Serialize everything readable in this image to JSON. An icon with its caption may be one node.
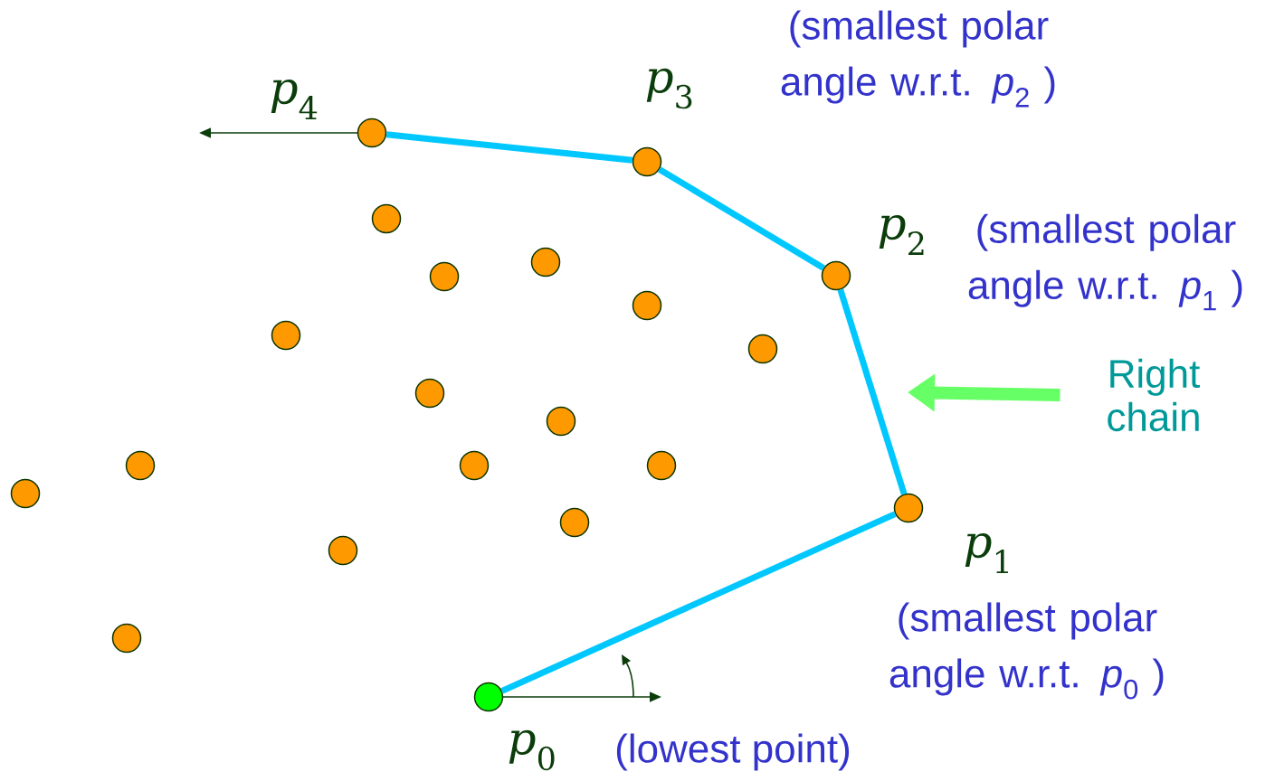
{
  "diagram": {
    "nodes": [
      {
        "text": [],
        "shape": "circle",
        "beside": [
          "*p*$_{4}$"
        ]
      },
      {
        "text": [],
        "shape": "circle",
        "beside": [
          "*p*$_{3}$",
          "(smallest polar angle w.r.t. *p*$_{2}$ )"
        ]
      },
      {
        "text": [],
        "shape": "circle"
      },
      {
        "text": [],
        "shape": "circle"
      },
      {
        "text": [],
        "shape": "circle",
        "beside": [
          "*p*$_{2}$",
          "(smallest polar angle w.r.t. *p*$_{1}$ )"
        ]
      },
      {
        "text": [],
        "shape": "circle"
      },
      {
        "text": [],
        "shape": "circle"
      },
      {
        "text": [],
        "shape": "circle"
      },
      {
        "text": [],
        "shape": "circle"
      },
      {
        "text": [
          "Right chain"
        ]
      },
      {
        "text": [],
        "shape": "circle"
      },
      {
        "text": [],
        "shape": "circle"
      },
      {
        "text": [],
        "shape": "circle"
      },
      {
        "text": [],
        "shape": "circle"
      },
      {
        "text": [],
        "shape": "circle"
      },
      {
        "text": [],
        "shape": "circle"
      },
      {
        "text": [],
        "shape": "circle",
        "beside": [
          "*p*$_{1}$",
          "(smallest polar angle w.r.t. *p*$_{0}$ )"
        ]
      },
      {
        "text": [],
        "shape": "circle"
      },
      {
        "text": [],
        "shape": "circle"
      },
      {
        "text": [],
        "shape": "circle"
      },
      {
        "text": [],
        "shape": "circle",
        "beside": [
          "*p*$_{0}$",
          "(lowest point)"
        ]
      }
    ],
    "edges": [
      {
        "from": 20,
        "to": 16,
        "arrow": "none"
      },
      {
        "from": 16,
        "to": 4,
        "arrow": "none"
      },
      {
        "from": 4,
        "to": 1,
        "arrow": "none"
      },
      {
        "from": 1,
        "to": 0,
        "arrow": "none"
      },
      {
        "from": 9,
        "to": null,
        "arrow": "to",
        "style": "thick",
        "color": "#66ff66"
      }
    ]
  }
}
